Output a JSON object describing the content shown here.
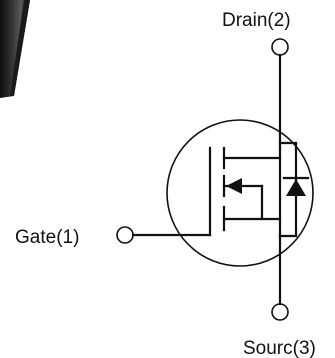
{
  "labels": {
    "drain": "Drain(2)",
    "gate": "Gate(1)",
    "source": "Sourc(3)"
  },
  "colors": {
    "line": "#111111",
    "background": "#ffffff",
    "package_dark": "#1a1a1a",
    "package_mid": "#4a4a4a"
  }
}
